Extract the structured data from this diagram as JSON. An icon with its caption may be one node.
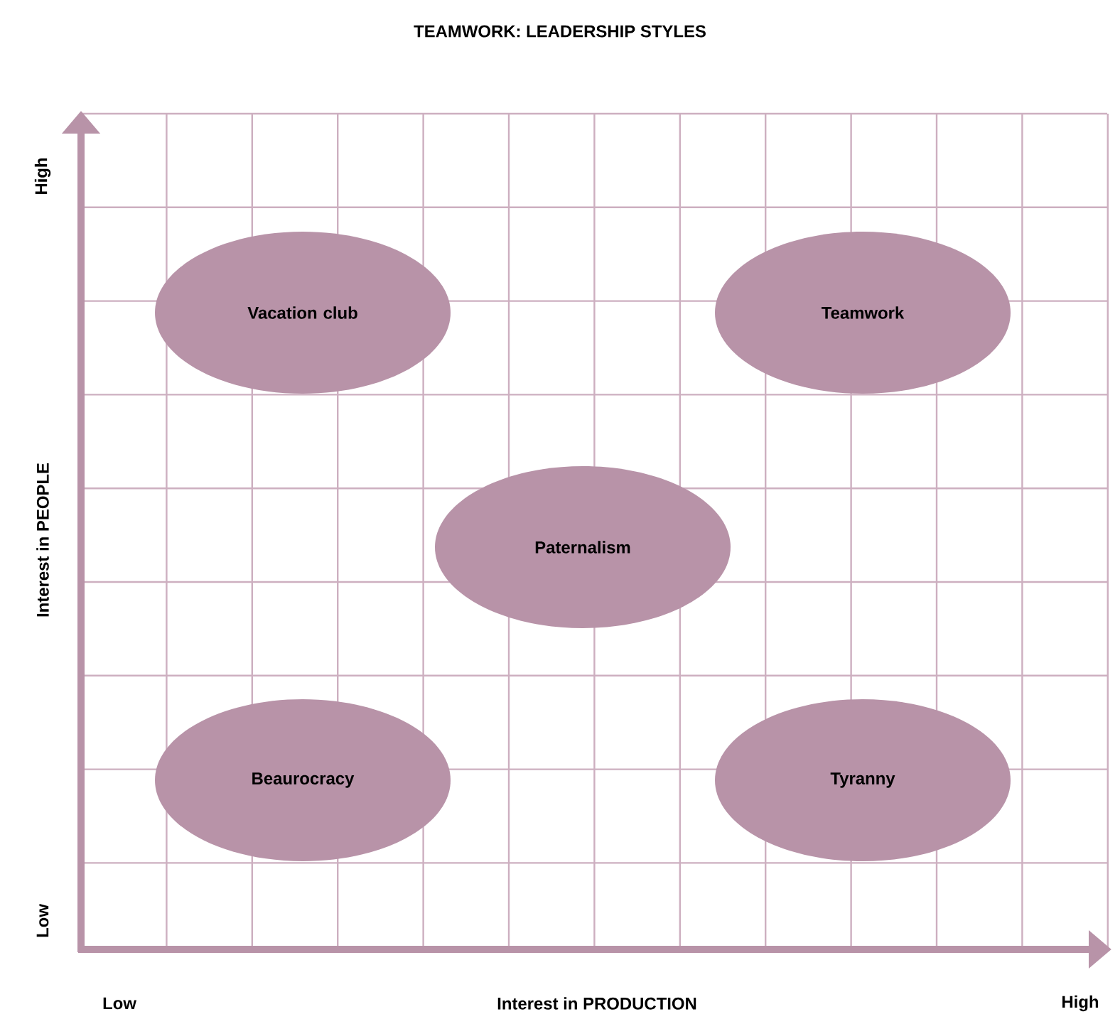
{
  "diagram": {
    "title": "TEAMWORK: LEADERSHIP STYLES",
    "nodes": [
      {
        "text": [
          "Vacation club"
        ]
      },
      {
        "text": [
          "Teamwork"
        ]
      },
      {
        "text": [
          "Paternalism"
        ]
      },
      {
        "text": [
          "Beaurocracy"
        ]
      },
      {
        "text": [
          "Tyranny"
        ]
      }
    ],
    "labels": [
      "High",
      "Interest in PEOPLE",
      "Low",
      "Low",
      "Interest in PRODUCTION",
      "High"
    ]
  }
}
